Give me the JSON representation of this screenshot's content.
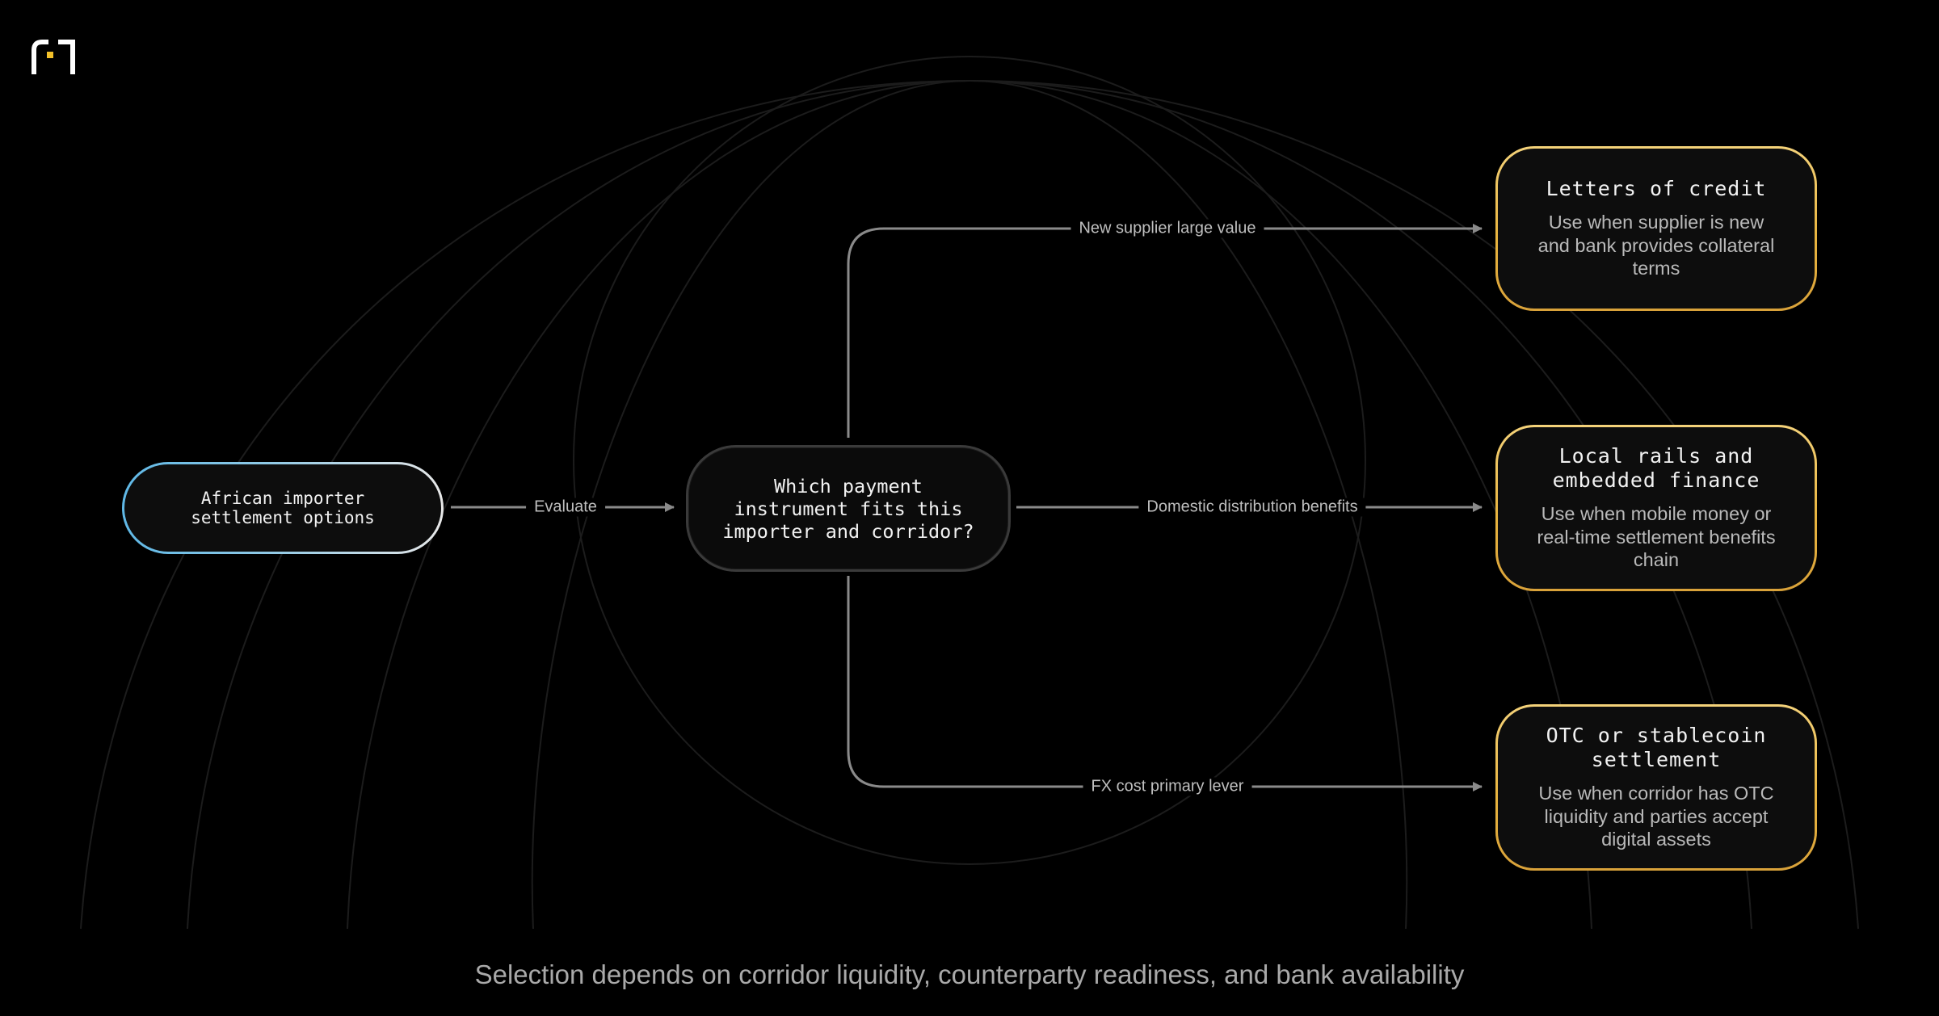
{
  "diagram": {
    "start_node": "African importer\nsettlement options",
    "question_node": "Which payment\ninstrument fits this\nimporter and corridor?",
    "edges": {
      "evaluate": "Evaluate",
      "new_supplier": "New supplier large value",
      "domestic": "Domestic distribution benefits",
      "fx_cost": "FX cost primary lever"
    },
    "outcomes": [
      {
        "title": "Letters of credit",
        "description": "Use when supplier is new\nand bank provides collateral\nterms"
      },
      {
        "title": "Local rails and\nembedded finance",
        "description": "Use when mobile money or\nreal-time settlement benefits\nchain"
      },
      {
        "title": "OTC or stablecoin\nsettlement",
        "description": "Use when corridor has OTC\nliquidity and parties accept\ndigital assets"
      }
    ],
    "footer": "Selection depends on corridor liquidity, counterparty readiness, and bank availability"
  },
  "colors": {
    "background": "#000000",
    "outcome_border": "#e8b43f",
    "start_border": "#5fb8e6",
    "connector": "#8a8a8a"
  },
  "icons": {
    "logo": "brand-logo-icon"
  }
}
